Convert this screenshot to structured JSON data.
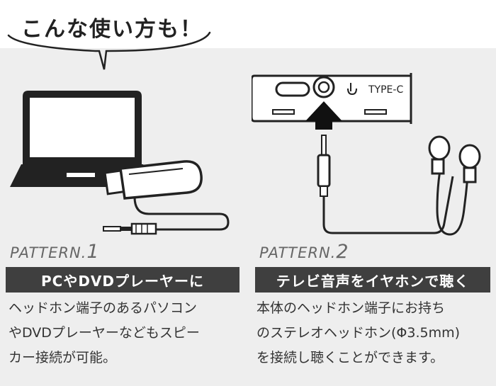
{
  "headline": "こんな使い方も！",
  "left": {
    "pattern_word": "PATTERN.",
    "pattern_num": "1",
    "title": "PCやDVDプレーヤーに",
    "desc_lines": [
      "ヘッドホン端子のあるパソコン",
      "やDVDプレーヤーなどもスピー",
      "カー接続が可能。"
    ]
  },
  "right": {
    "pattern_word": "PATTERN.",
    "pattern_num": "2",
    "title": "テレビ音声をイヤホンで聴く",
    "desc_lines": [
      "本体のヘッドホン端子にお持ち",
      "のステレオヘッドホン(Φ3.5mm)",
      "を接続し聴くことができます。"
    ],
    "device_label": "TYPE-C"
  }
}
